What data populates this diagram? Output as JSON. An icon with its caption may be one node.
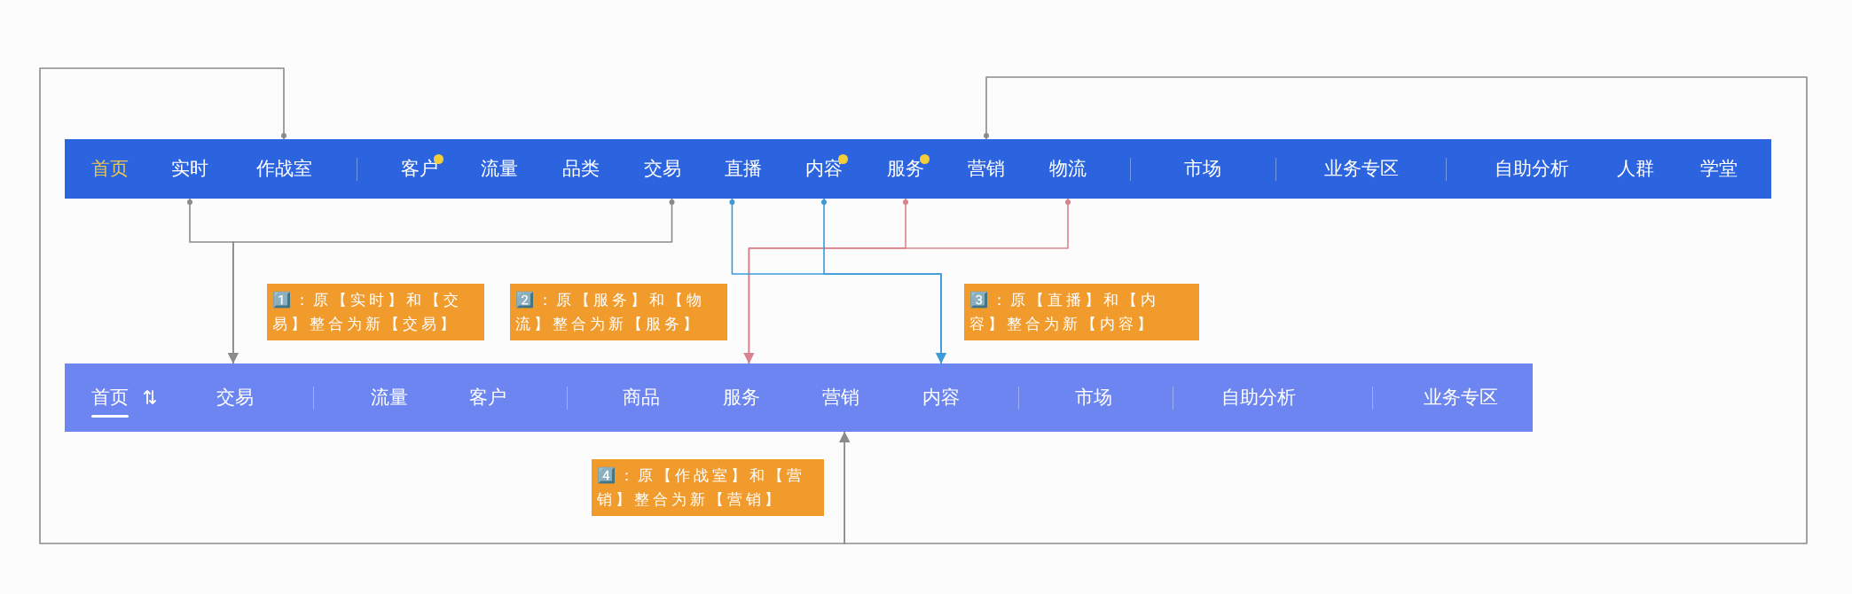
{
  "diagram": {
    "nodes": [
      {
        "text": [],
        "shape": "bar"
      },
      {
        "text": [
          "首页"
        ],
        "in": 0
      },
      {
        "text": [
          "实时"
        ],
        "in": 0
      },
      {
        "text": [
          "作战室"
        ],
        "in": 0
      },
      {
        "text": [
          "客户"
        ],
        "in": 0
      },
      {
        "text": [
          "流量"
        ],
        "in": 0
      },
      {
        "text": [
          "品类"
        ],
        "in": 0
      },
      {
        "text": [
          "交易"
        ],
        "in": 0
      },
      {
        "text": [
          "直播"
        ],
        "in": 0
      },
      {
        "text": [
          "内容"
        ],
        "in": 0
      },
      {
        "text": [
          "服务"
        ],
        "in": 0
      },
      {
        "text": [
          "营销"
        ],
        "in": 0
      },
      {
        "text": [
          "物流"
        ],
        "in": 0
      },
      {
        "text": [
          "市场"
        ],
        "in": 0
      },
      {
        "text": [
          "业务专区"
        ],
        "in": 0
      },
      {
        "text": [
          "自助分析"
        ],
        "in": 0
      },
      {
        "text": [
          "人群"
        ],
        "in": 0
      },
      {
        "text": [
          "学堂"
        ],
        "in": 0
      },
      {
        "text": [
          "1️⃣：原【实时】和【交易】整合为新【交易】"
        ]
      },
      {
        "text": [
          "2️⃣：原【服务】和【物流】整合为新【服务】"
        ]
      },
      {
        "text": [
          "3️⃣：原【直播】和【内容】整合为新【内容】"
        ]
      },
      {
        "text": [],
        "shape": "bar"
      },
      {
        "text": [
          "首页"
        ],
        "in": 21
      },
      {
        "text": [
          "交易"
        ],
        "in": 21
      },
      {
        "text": [
          "流量"
        ],
        "in": 21
      },
      {
        "text": [
          "客户"
        ],
        "in": 21
      },
      {
        "text": [
          "商品"
        ],
        "in": 21
      },
      {
        "text": [
          "服务"
        ],
        "in": 21
      },
      {
        "text": [
          "营销"
        ],
        "in": 21
      },
      {
        "text": [
          "内容"
        ],
        "in": 21
      },
      {
        "text": [
          "市场"
        ],
        "in": 21
      },
      {
        "text": [
          "自助分析"
        ],
        "in": 21
      },
      {
        "text": [
          "业务专区"
        ],
        "in": 21
      },
      {
        "text": [
          "4️⃣：原【作战室】和【营销】整合为新【营销】"
        ]
      }
    ],
    "edges": [
      {
        "from": 2,
        "to": 23,
        "arrow": "to"
      },
      {
        "from": 7,
        "to": 23,
        "arrow": "to"
      },
      {
        "from": 10,
        "to": 27,
        "arrow": "to",
        "color": "#d9838e"
      },
      {
        "from": 12,
        "to": 27,
        "arrow": "to",
        "color": "#d9838e"
      },
      {
        "from": 8,
        "to": 29,
        "arrow": "to",
        "color": "#3c9ad8"
      },
      {
        "from": 9,
        "to": 29,
        "arrow": "to",
        "color": "#3c9ad8"
      },
      {
        "from": 3,
        "to": 28,
        "arrow": "to"
      },
      {
        "from": 11,
        "to": 28,
        "arrow": "to"
      }
    ]
  }
}
